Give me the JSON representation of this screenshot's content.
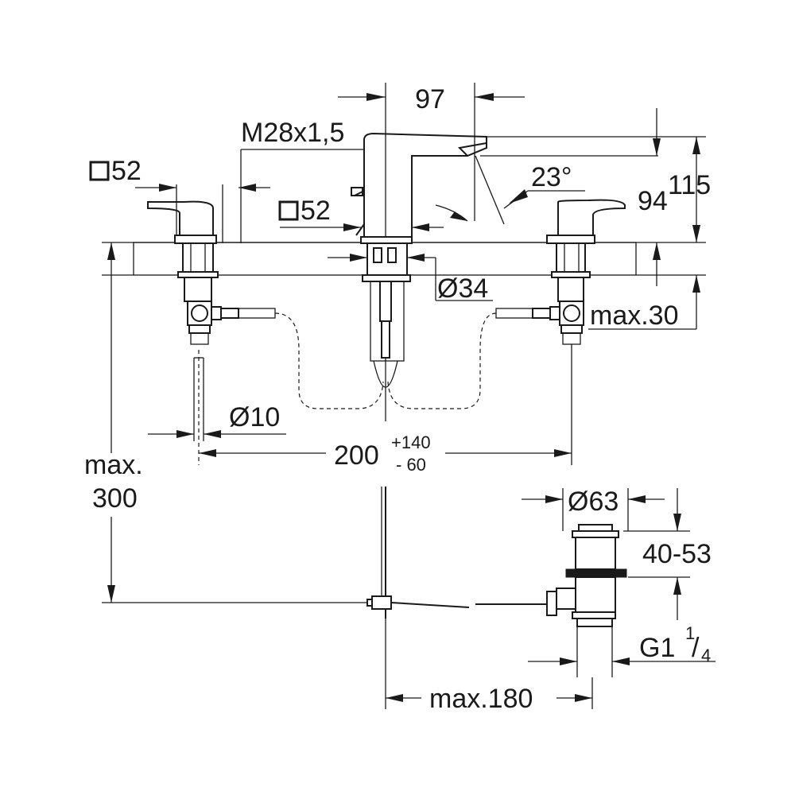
{
  "dimensions": {
    "spout_reach": "97",
    "thread": "M28x1,5",
    "handle_square_left": "52",
    "handle_square_center": "52",
    "spout_angle": "23°",
    "spout_height": "94",
    "total_height": "115",
    "hole_diameter": "Ø34",
    "deck_thickness": "max.30",
    "supply_diameter": "Ø10",
    "centers_base": "200",
    "centers_plus": "+140",
    "centers_minus": "- 60",
    "depth_max_line1": "max.",
    "depth_max_line2": "300",
    "waste_diameter": "Ø63",
    "waste_height": "40-53",
    "waste_thread": "G1",
    "waste_thread_num": "1",
    "waste_thread_den": "4",
    "rod_reach": "max.180"
  }
}
